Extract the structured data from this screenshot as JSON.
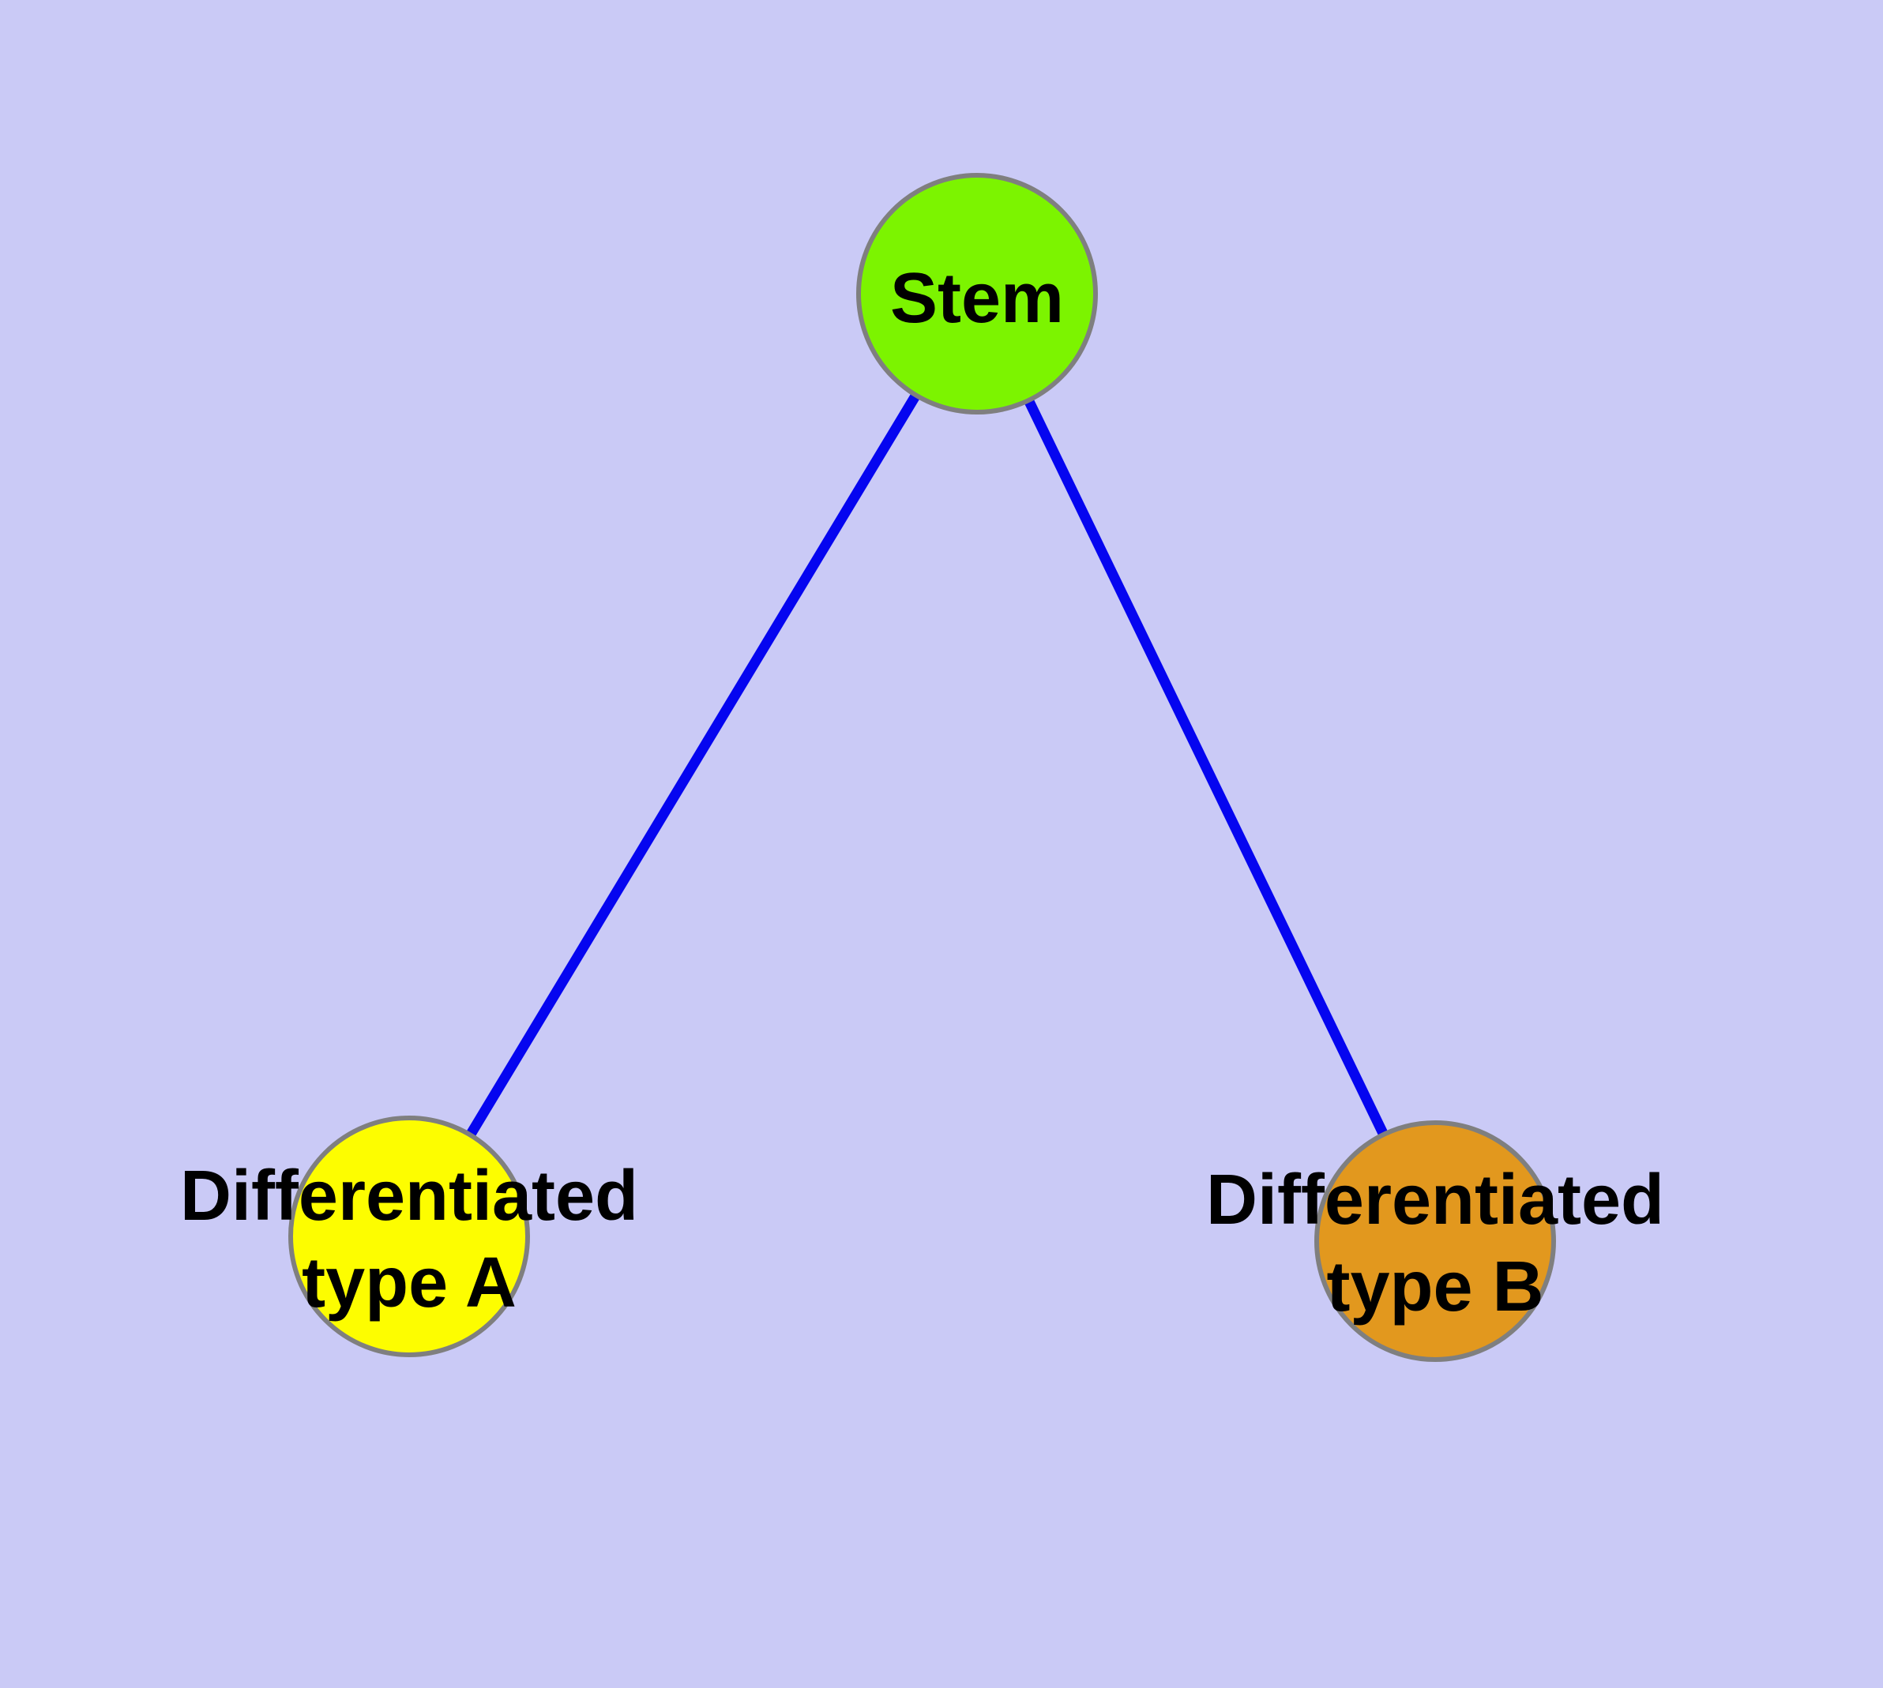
{
  "figure": {
    "type": "node-link-diagram",
    "description": "Stem cell differentiation graph: a stem node linked to two differentiated cell types",
    "colors": {
      "background": "#cacaf6",
      "text": "#000000",
      "node_border": "#7f7f7f",
      "edge": "#0505f0",
      "stem_fill": "#7cf400",
      "type_a_fill": "#fdfd00",
      "type_b_fill": "#e2981e"
    },
    "nodes": [
      {
        "id": "stem",
        "lines": [
          "Stem"
        ],
        "fill": "#7cf400"
      },
      {
        "id": "differentiated-type-a",
        "lines": [
          "Differentiated",
          "type A"
        ],
        "fill": "#fdfd00"
      },
      {
        "id": "differentiated-type-b",
        "lines": [
          "Differentiated",
          "type B"
        ],
        "fill": "#e2981e"
      }
    ],
    "edges": [
      {
        "from": "Stem",
        "to": "Differentiated type A"
      },
      {
        "from": "Stem",
        "to": "Differentiated type B"
      }
    ]
  }
}
